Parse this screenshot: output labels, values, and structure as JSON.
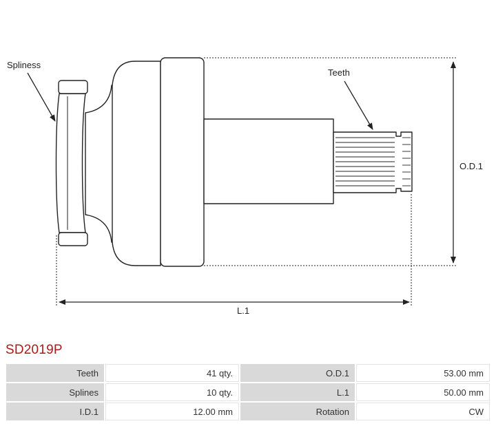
{
  "diagram": {
    "labels": {
      "splines": "Spliness",
      "teeth": "Teeth",
      "od": "O.D.1",
      "length": "L.1"
    }
  },
  "part_code": "SD2019P",
  "specs": {
    "rows": [
      {
        "k1": "Teeth",
        "v1": "41 qty.",
        "k2": "O.D.1",
        "v2": "53.00 mm"
      },
      {
        "k1": "Splines",
        "v1": "10 qty.",
        "k2": "L.1",
        "v2": "50.00 mm"
      },
      {
        "k1": "I.D.1",
        "v1": "12.00 mm",
        "k2": "Rotation",
        "v2": "CW"
      }
    ]
  }
}
